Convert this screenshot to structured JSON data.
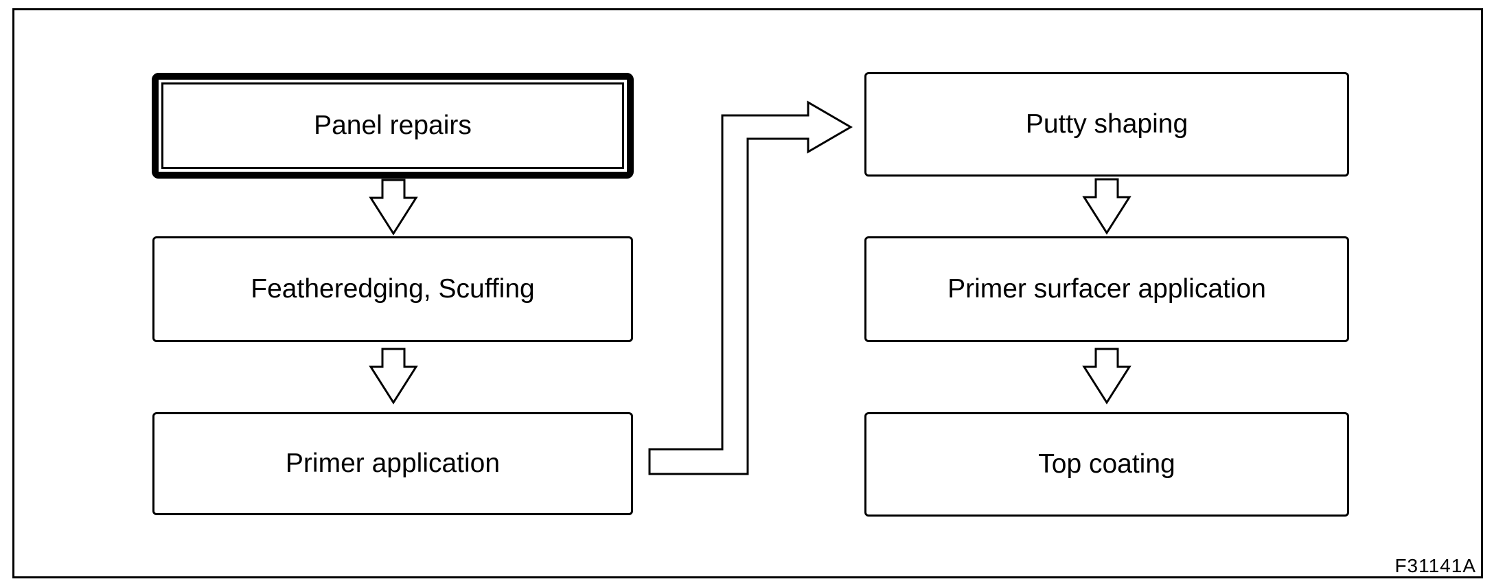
{
  "figure": {
    "id_label": "F31141A",
    "background_color": "#ffffff",
    "line_color": "#000000"
  },
  "flow": {
    "left_column": [
      {
        "label": "Panel repairs",
        "style": "double-border"
      },
      {
        "label": "Featheredging, Scuffing",
        "style": "plain"
      },
      {
        "label": "Primer application",
        "style": "plain"
      }
    ],
    "right_column": [
      {
        "label": "Putty shaping",
        "style": "plain"
      },
      {
        "label": "Primer surfacer application",
        "style": "plain"
      },
      {
        "label": "Top coating",
        "style": "plain"
      }
    ],
    "connections": [
      {
        "from": "Panel repairs",
        "to": "Featheredging, Scuffing",
        "type": "down-arrow"
      },
      {
        "from": "Featheredging, Scuffing",
        "to": "Primer application",
        "type": "down-arrow"
      },
      {
        "from": "Primer application",
        "to": "Putty shaping",
        "type": "bent-right-arrow"
      },
      {
        "from": "Putty shaping",
        "to": "Primer surfacer application",
        "type": "down-arrow"
      },
      {
        "from": "Primer surfacer application",
        "to": "Top coating",
        "type": "down-arrow"
      }
    ]
  }
}
